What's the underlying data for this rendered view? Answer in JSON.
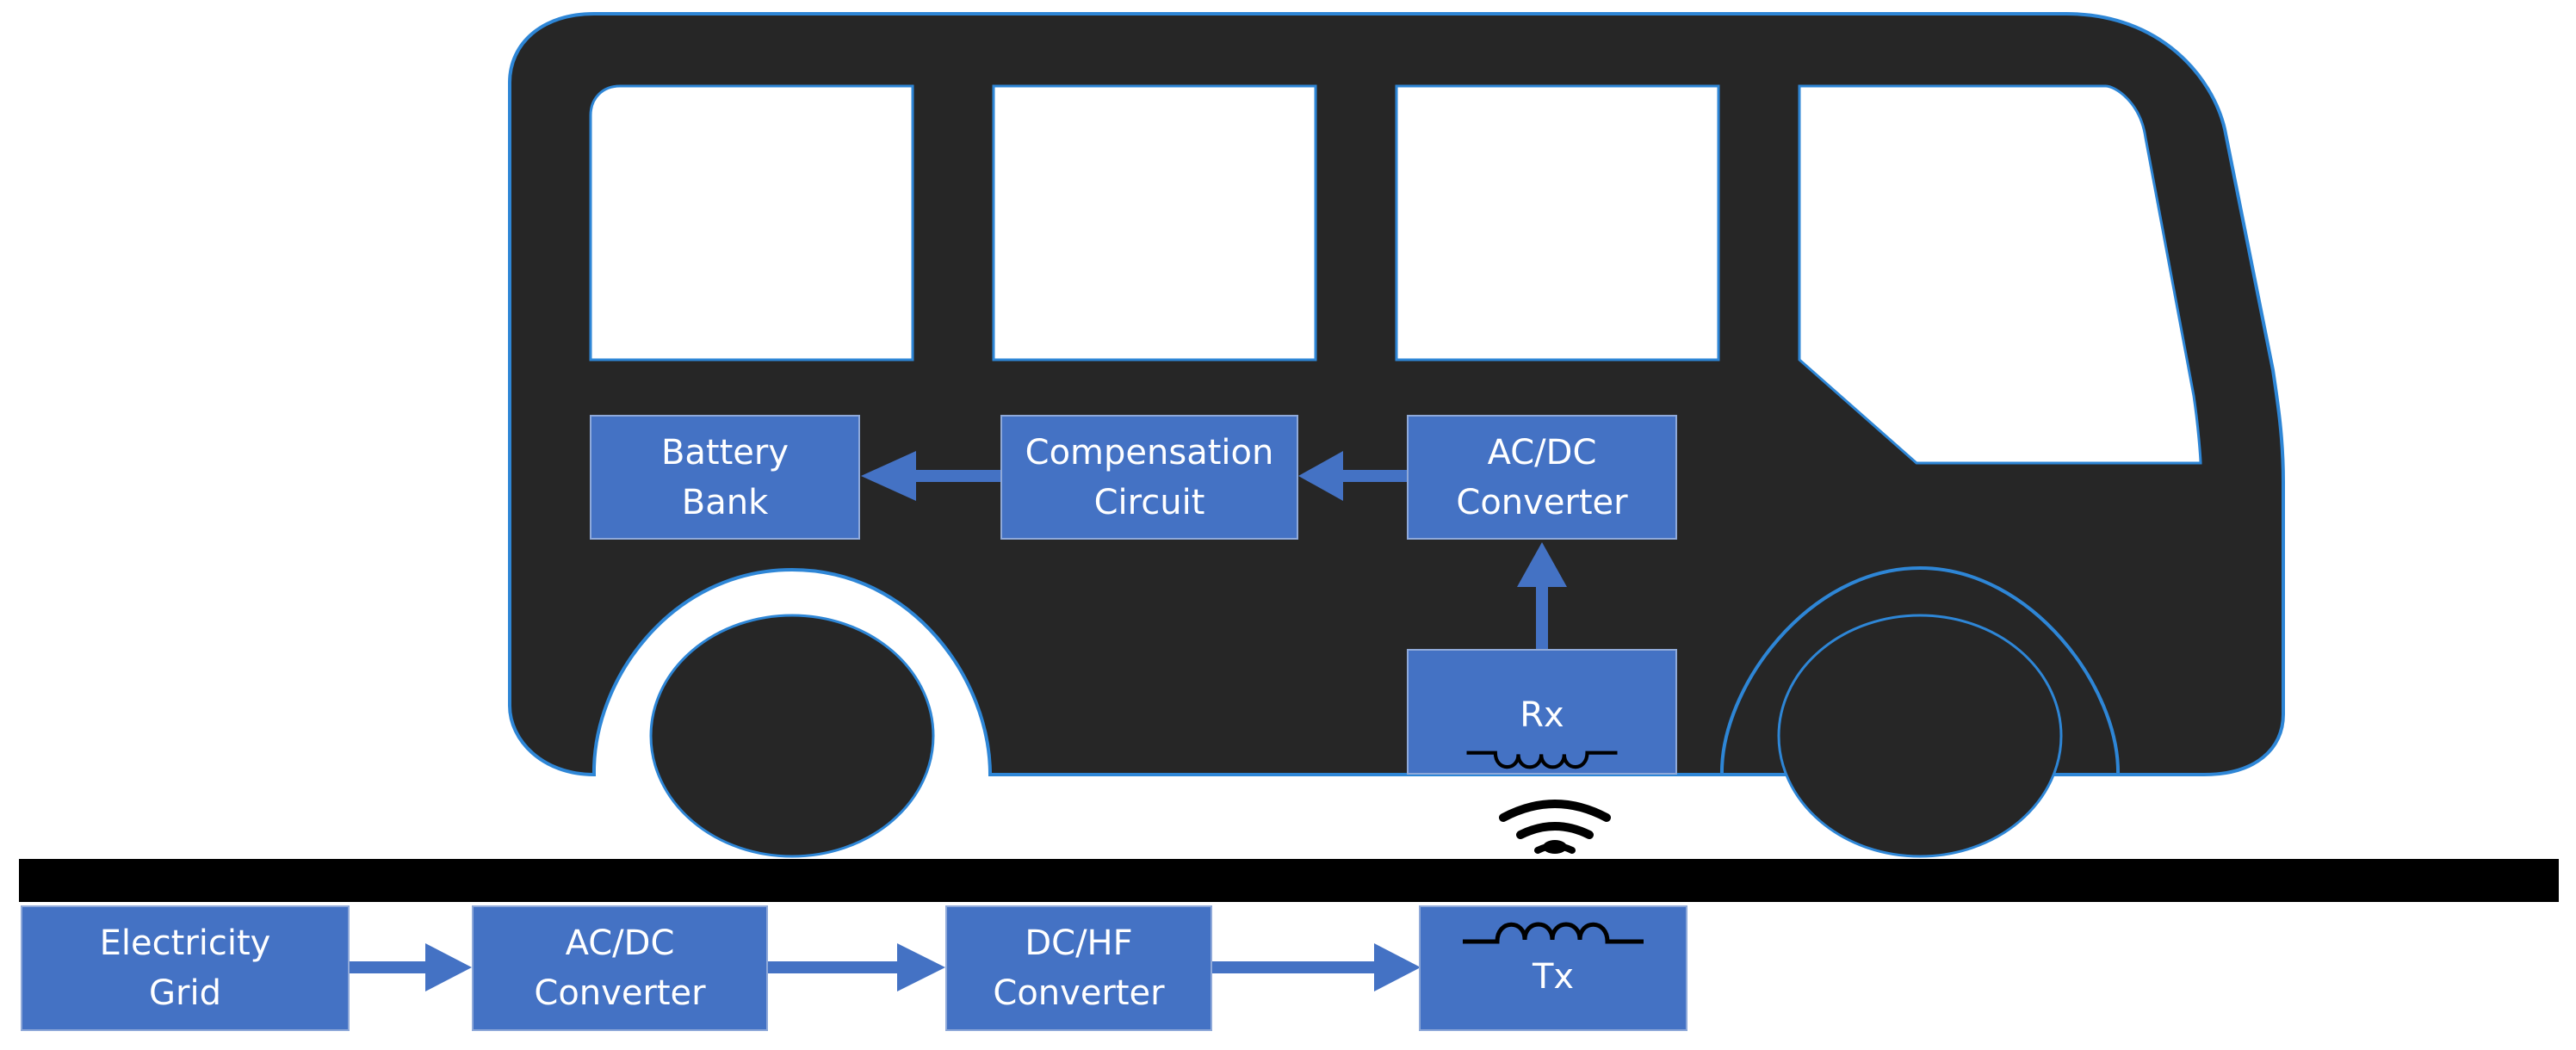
{
  "vehicle": {
    "battery_bank": {
      "line1": "Battery",
      "line2": "Bank"
    },
    "compensation_circuit": {
      "line1": "Compensation",
      "line2": "Circuit"
    },
    "acdc_converter": {
      "line1": "AC/DC",
      "line2": "Converter"
    },
    "receiver": {
      "label": "Rx"
    }
  },
  "ground": {
    "electricity_grid": {
      "line1": "Electricity",
      "line2": "Grid"
    },
    "acdc_converter": {
      "line1": "AC/DC",
      "line2": "Converter"
    },
    "dchf_converter": {
      "line1": "DC/HF",
      "line2": "Converter"
    },
    "transmitter": {
      "label": "Tx"
    }
  },
  "colors": {
    "bus_body": "#262626",
    "bus_outline": "#2e86d6",
    "block_fill": "#4472c4",
    "block_border": "#8fa9d9",
    "arrow": "#4472c4",
    "road": "#000000",
    "coil": "#000000",
    "wireless": "#000000"
  },
  "icons": [
    "bus-icon",
    "coil-icon",
    "wireless-signal-icon"
  ]
}
